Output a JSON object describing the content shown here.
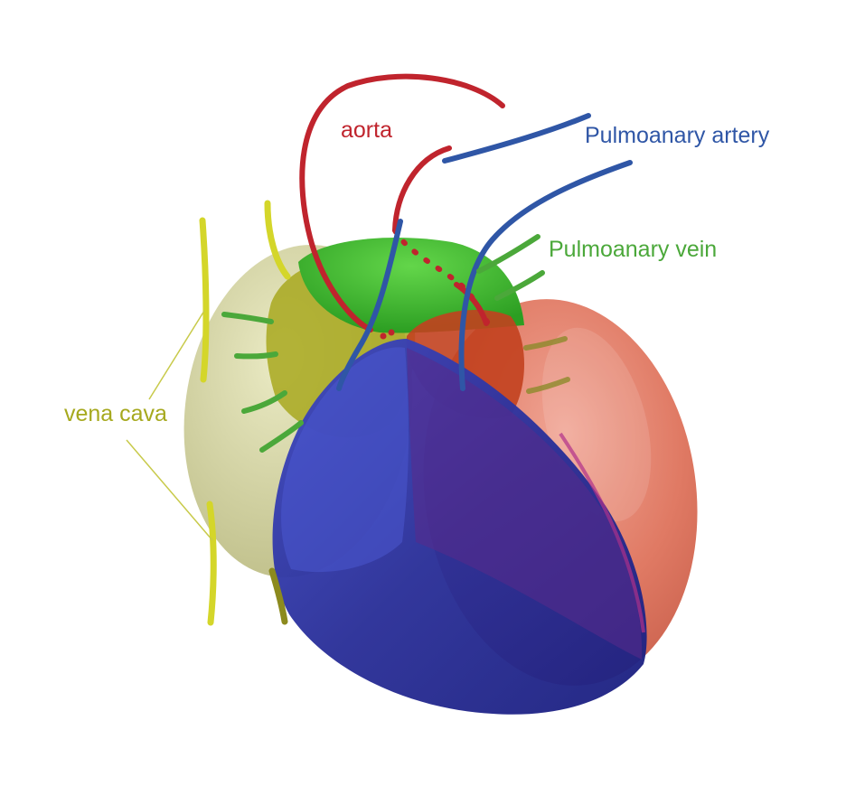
{
  "labels": {
    "aorta": "aorta",
    "pulmonary_artery": "Pulmoanary artery",
    "pulmonary_vein": "Pulmoanary vein",
    "vena_cava": "vena cava"
  },
  "colors": {
    "aorta": "#c0242d",
    "pulmonary_artery": "#2f56a6",
    "pulmonary_vein": "#4ba83a",
    "vena_cava": "#a6a91e",
    "vena_cava_vessel": "#d4d62a",
    "right_atrium": "#c9c98a",
    "left_atrium": "#3fbf2c",
    "left_ventricle": "#e07560",
    "right_ventricle": "#2b2f9a"
  }
}
